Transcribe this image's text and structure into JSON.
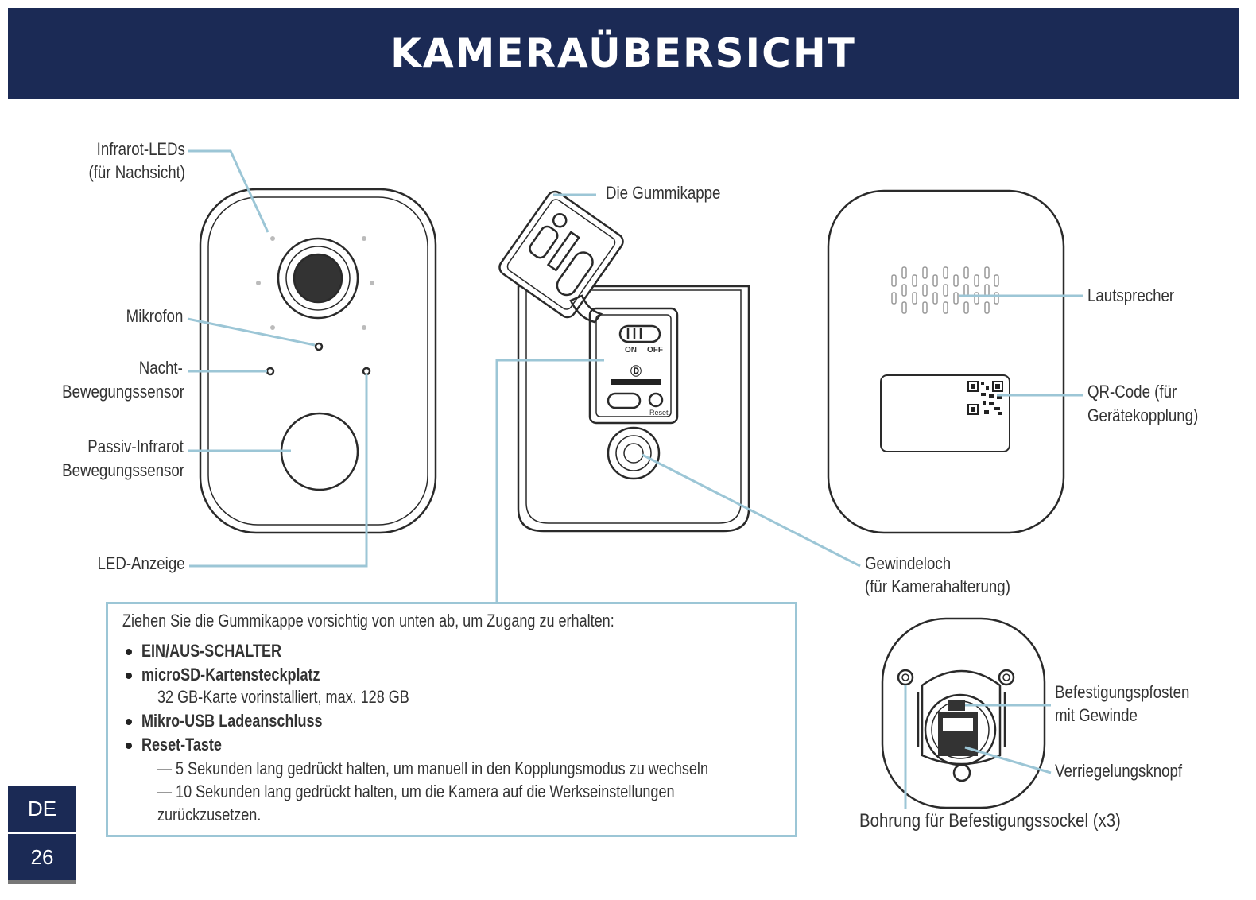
{
  "header": {
    "title": "KAMERAÜBERSICHT"
  },
  "front_labels": {
    "infrared_leds_1": "Infrarot-LEDs",
    "infrared_leds_2": "(für Nachsicht)",
    "microphone": "Mikrofon",
    "night_sensor_1": "Nacht-",
    "night_sensor_2": "Bewegungssensor",
    "pir_sensor_1": "Passiv-Infrarot",
    "pir_sensor_2": "Bewegungssensor",
    "led_indicator": "LED-Anzeige"
  },
  "bottom_labels": {
    "rubber_cap": "Die Gummikappe",
    "threaded_hole_1": "Gewindeloch",
    "threaded_hole_2": "(für Kamerahalterung)",
    "switch_on": "ON",
    "switch_off": "OFF",
    "reset": "Reset"
  },
  "back_labels": {
    "speaker": "Lautsprecher",
    "qr_1": "QR-Code (für",
    "qr_2": "Gerätekopplung)"
  },
  "mount_labels": {
    "post_1": "Befestigungspfosten",
    "post_2": "mit Gewinde",
    "lock_button": "Verriegelungsknopf",
    "socket_hole": "Bohrung für Befestigungssockel (x3)"
  },
  "info": {
    "intro": "Ziehen Sie die Gummikappe vorsichtig von unten ab, um Zugang zu erhalten:",
    "item1": "EIN/AUS-SCHALTER",
    "item2": "microSD-Kartensteckplatz",
    "item2_detail": "32 GB-Karte vorinstalliert, max. 128 GB",
    "item3": "Mikro-USB  Ladeanschluss",
    "item4": "Reset-Taste",
    "item4_detail1": "— 5 Sekunden lang gedrückt halten, um manuell in den Kopplungsmodus zu wechseln",
    "item4_detail2": "— 10 Sekunden lang gedrückt halten, um die Kamera auf die Werkseinstellungen",
    "item4_detail3": "zurückzusetzen."
  },
  "sidebar": {
    "language": "DE",
    "page_number": "26"
  },
  "colors": {
    "header_bg": "#1b2a55",
    "leader_line": "#9cc6d6"
  }
}
